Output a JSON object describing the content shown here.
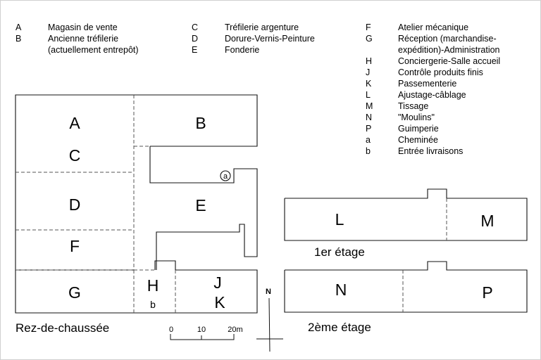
{
  "legend": [
    {
      "code": "A",
      "label": "Magasin de vente"
    },
    {
      "code": "B",
      "label": "Ancienne tréfilerie"
    },
    {
      "code": "",
      "label": "(actuellement entrepôt)"
    },
    {
      "code": "C",
      "label": "Tréfilerie argenture"
    },
    {
      "code": "D",
      "label": "Dorure-Vernis-Peinture"
    },
    {
      "code": "E",
      "label": "Fonderie"
    },
    {
      "code": "F",
      "label": "Atelier mécanique"
    },
    {
      "code": "G",
      "label": "Réception (marchandise-"
    },
    {
      "code": "",
      "label": "expédition)-Administration"
    },
    {
      "code": "H",
      "label": "Conciergerie-Salle accueil"
    },
    {
      "code": "J",
      "label": "Contrôle produits finis"
    },
    {
      "code": "K",
      "label": "Passementerie"
    },
    {
      "code": "L",
      "label": "Ajustage-câblage"
    },
    {
      "code": "M",
      "label": "Tissage"
    },
    {
      "code": "N",
      "label": "\"Moulins\""
    },
    {
      "code": "P",
      "label": "Guimperie"
    },
    {
      "code": "a",
      "label": "Cheminée"
    },
    {
      "code": "b",
      "label": "Entrée livraisons"
    }
  ],
  "rooms": {
    "A": "A",
    "B": "B",
    "C": "C",
    "D": "D",
    "E": "E",
    "F": "F",
    "G": "G",
    "H": "H",
    "J": "J",
    "K": "K",
    "L": "L",
    "M": "M",
    "N": "N",
    "P": "P",
    "a": "a",
    "b": "b"
  },
  "floors": {
    "ground": "Rez-de-chaussée",
    "first": "1er étage",
    "second": "2ème étage"
  },
  "scale": {
    "ticks": [
      "0",
      "10",
      "20m"
    ]
  },
  "north": "N"
}
